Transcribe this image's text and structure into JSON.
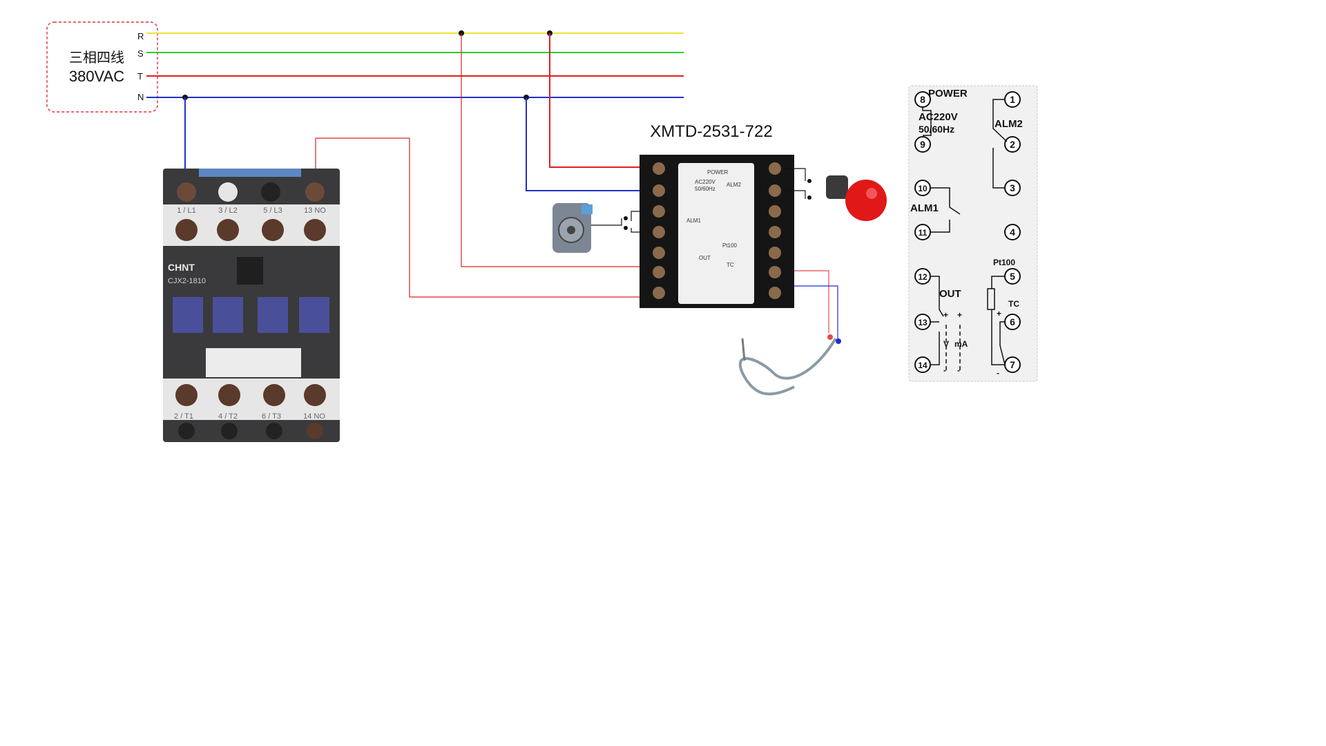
{
  "supply": {
    "title": "三相四线",
    "voltage": "380VAC",
    "phases": [
      "R",
      "S",
      "T",
      "N"
    ],
    "colors": {
      "R": "#f2e236",
      "S": "#2ecc2e",
      "T": "#e02020",
      "N": "#1f2fd0"
    }
  },
  "contactor": {
    "brand": "CHNT",
    "model": "CJX2-1810",
    "top_terminals": [
      "1 / L1",
      "3 / L2",
      "5 / L3",
      "13 NO"
    ],
    "bottom_terminals": [
      "2 / T1",
      "4 / T2",
      "6 / T3",
      "14 NO"
    ]
  },
  "controller": {
    "model": "XMTD-2531-722",
    "small_labels": {
      "power": "POWER",
      "ac": "AC220V",
      "freq": "50/60Hz",
      "alm2": "ALM2",
      "alm1": "ALM1",
      "out": "OUT",
      "pt100": "Pt100",
      "tc": "TC"
    }
  },
  "pinout": {
    "power": "POWER",
    "ac": "AC220V",
    "freq": "50/60Hz",
    "alm2": "ALM2",
    "alm1": "ALM1",
    "out": "OUT",
    "pt100": "Pt100",
    "tc": "TC",
    "v": "V",
    "ma": "mA",
    "plus": "+",
    "minus": "-",
    "pins": [
      "1",
      "2",
      "3",
      "4",
      "5",
      "6",
      "7",
      "8",
      "9",
      "10",
      "11",
      "12",
      "13",
      "14"
    ]
  },
  "wire_colors": {
    "red": "#e02020",
    "blue": "#1f2fd0",
    "thin_red": "#e24a4a"
  }
}
